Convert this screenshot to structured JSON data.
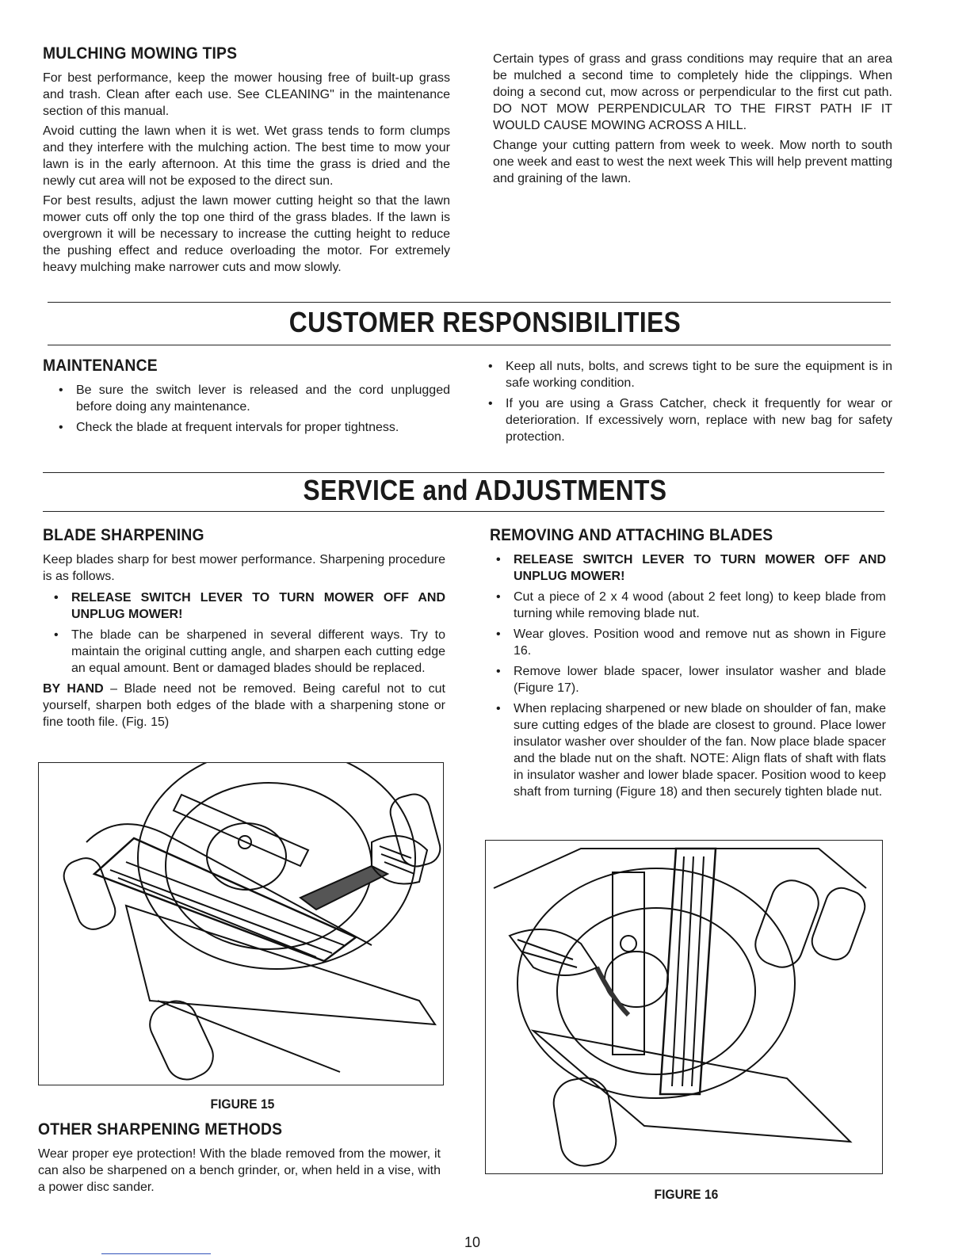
{
  "mulching": {
    "heading": "MULCHING MOWING TIPS",
    "p1": "For best performance, keep the mower housing free of built-up grass and trash. Clean after each use. See CLEANING\" in the maintenance section of this manual.",
    "p2": "Avoid cutting the lawn when it is wet. Wet grass tends to form clumps and they interfere with the mulching action. The best time to mow your lawn is in the early afternoon. At this time the grass is dried and the newly cut area will not be exposed to the direct sun.",
    "p3": "For best results, adjust the lawn mower cutting height so that the lawn mower cuts off only the top one third of the grass blades. If the lawn is overgrown it will be necessary to increase the cutting height to reduce the pushing effect and reduce overloading the motor. For extremely heavy mulching make narrower cuts and mow slowly.",
    "r1": "Certain types of grass and grass conditions may require that an area be mulched a second time to completely hide the clippings. When doing a second cut, mow across or perpendicular to the first cut path. DO NOT MOW PERPENDICULAR TO THE FIRST PATH IF IT WOULD CAUSE MOWING ACROSS A HILL.",
    "r2": "Change your cutting pattern from week to week. Mow north to south one week and east to west the next week This will help prevent matting and graining of the lawn."
  },
  "customer": {
    "banner": "CUSTOMER RESPONSIBILITIES",
    "heading": "MAINTENANCE",
    "bullets_left": [
      "Be sure the switch lever is released and the cord unplugged before doing any maintenance.",
      "Check the blade at frequent intervals for proper tightness."
    ],
    "bullets_right": [
      "Keep all nuts, bolts, and screws tight to be sure the equipment is in safe working condition.",
      "If you are using a Grass Catcher, check it frequently for wear or deterioration. If excessively worn, replace with new bag for safety protection."
    ]
  },
  "service": {
    "banner": "SERVICE and ADJUSTMENTS",
    "sharpening": {
      "heading": "BLADE SHARPENING",
      "intro": "Keep blades sharp for best mower performance. Sharpening procedure is as follows.",
      "bullet1": "RELEASE SWITCH LEVER TO TURN MOWER OFF AND UNPLUG MOWER!",
      "bullet2": "The blade can be sharpened in several different ways. Try to maintain the original cutting angle, and sharpen each cutting edge an equal amount. Bent or damaged blades should be replaced.",
      "byhand_label": "BY HAND",
      "byhand_text": " – Blade need not be removed. Being careful not to cut yourself, sharpen both edges of the blade with a sharpening stone or fine tooth file. (Fig. 15)"
    },
    "figure15": "FIGURE 15",
    "other": {
      "heading": "OTHER SHARPENING METHODS",
      "text": "Wear proper eye protection! With the blade removed from the mower, it can also be sharpened on a bench grinder, or, when held in a vise, with a power disc sander."
    },
    "removing": {
      "heading": "REMOVING AND ATTACHING BLADES",
      "bullet1": "RELEASE SWITCH LEVER TO TURN MOWER OFF AND UNPLUG MOWER!",
      "bullets": [
        "Cut a piece of 2 x 4 wood (about 2 feet long) to keep blade from turning while removing blade nut.",
        "Wear gloves. Position wood and remove nut as shown in Figure 16.",
        "Remove lower blade spacer, lower insulator washer and blade (Figure 17).",
        "When replacing sharpened or new blade on shoulder of fan, make sure cutting edges of the blade are closest to ground. Place lower insulator washer over shoulder of the fan. Now place blade spacer and the blade nut on the shaft. NOTE: Align flats of shaft with flats in insulator washer and lower blade spacer. Position wood to keep shaft from turning (Figure 18) and then securely tighten blade nut."
      ]
    },
    "figure16": "FIGURE 16"
  },
  "page_number": "10"
}
